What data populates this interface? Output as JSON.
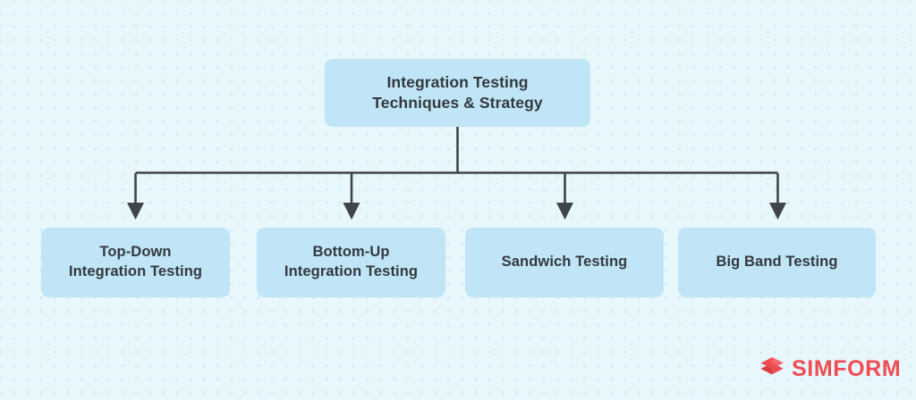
{
  "diagram": {
    "type": "hierarchy-tree",
    "root": {
      "label": "Integration Testing\nTechniques & Strategy"
    },
    "children": [
      {
        "label": "Top-Down\nIntegration Testing"
      },
      {
        "label": "Bottom-Up\nIntegration Testing"
      },
      {
        "label": "Sandwich Testing"
      },
      {
        "label": "Big Band Testing"
      }
    ]
  },
  "brand": {
    "name": "SIMFORM",
    "mark_icon": "simform-ribbon-icon",
    "color": "#ef4d54"
  },
  "colors": {
    "background": "#e8f7fc",
    "dot_grid": "#d2edf8",
    "node_fill": "#bfe5f7",
    "node_text": "#34393d",
    "connector": "#3f4549"
  }
}
